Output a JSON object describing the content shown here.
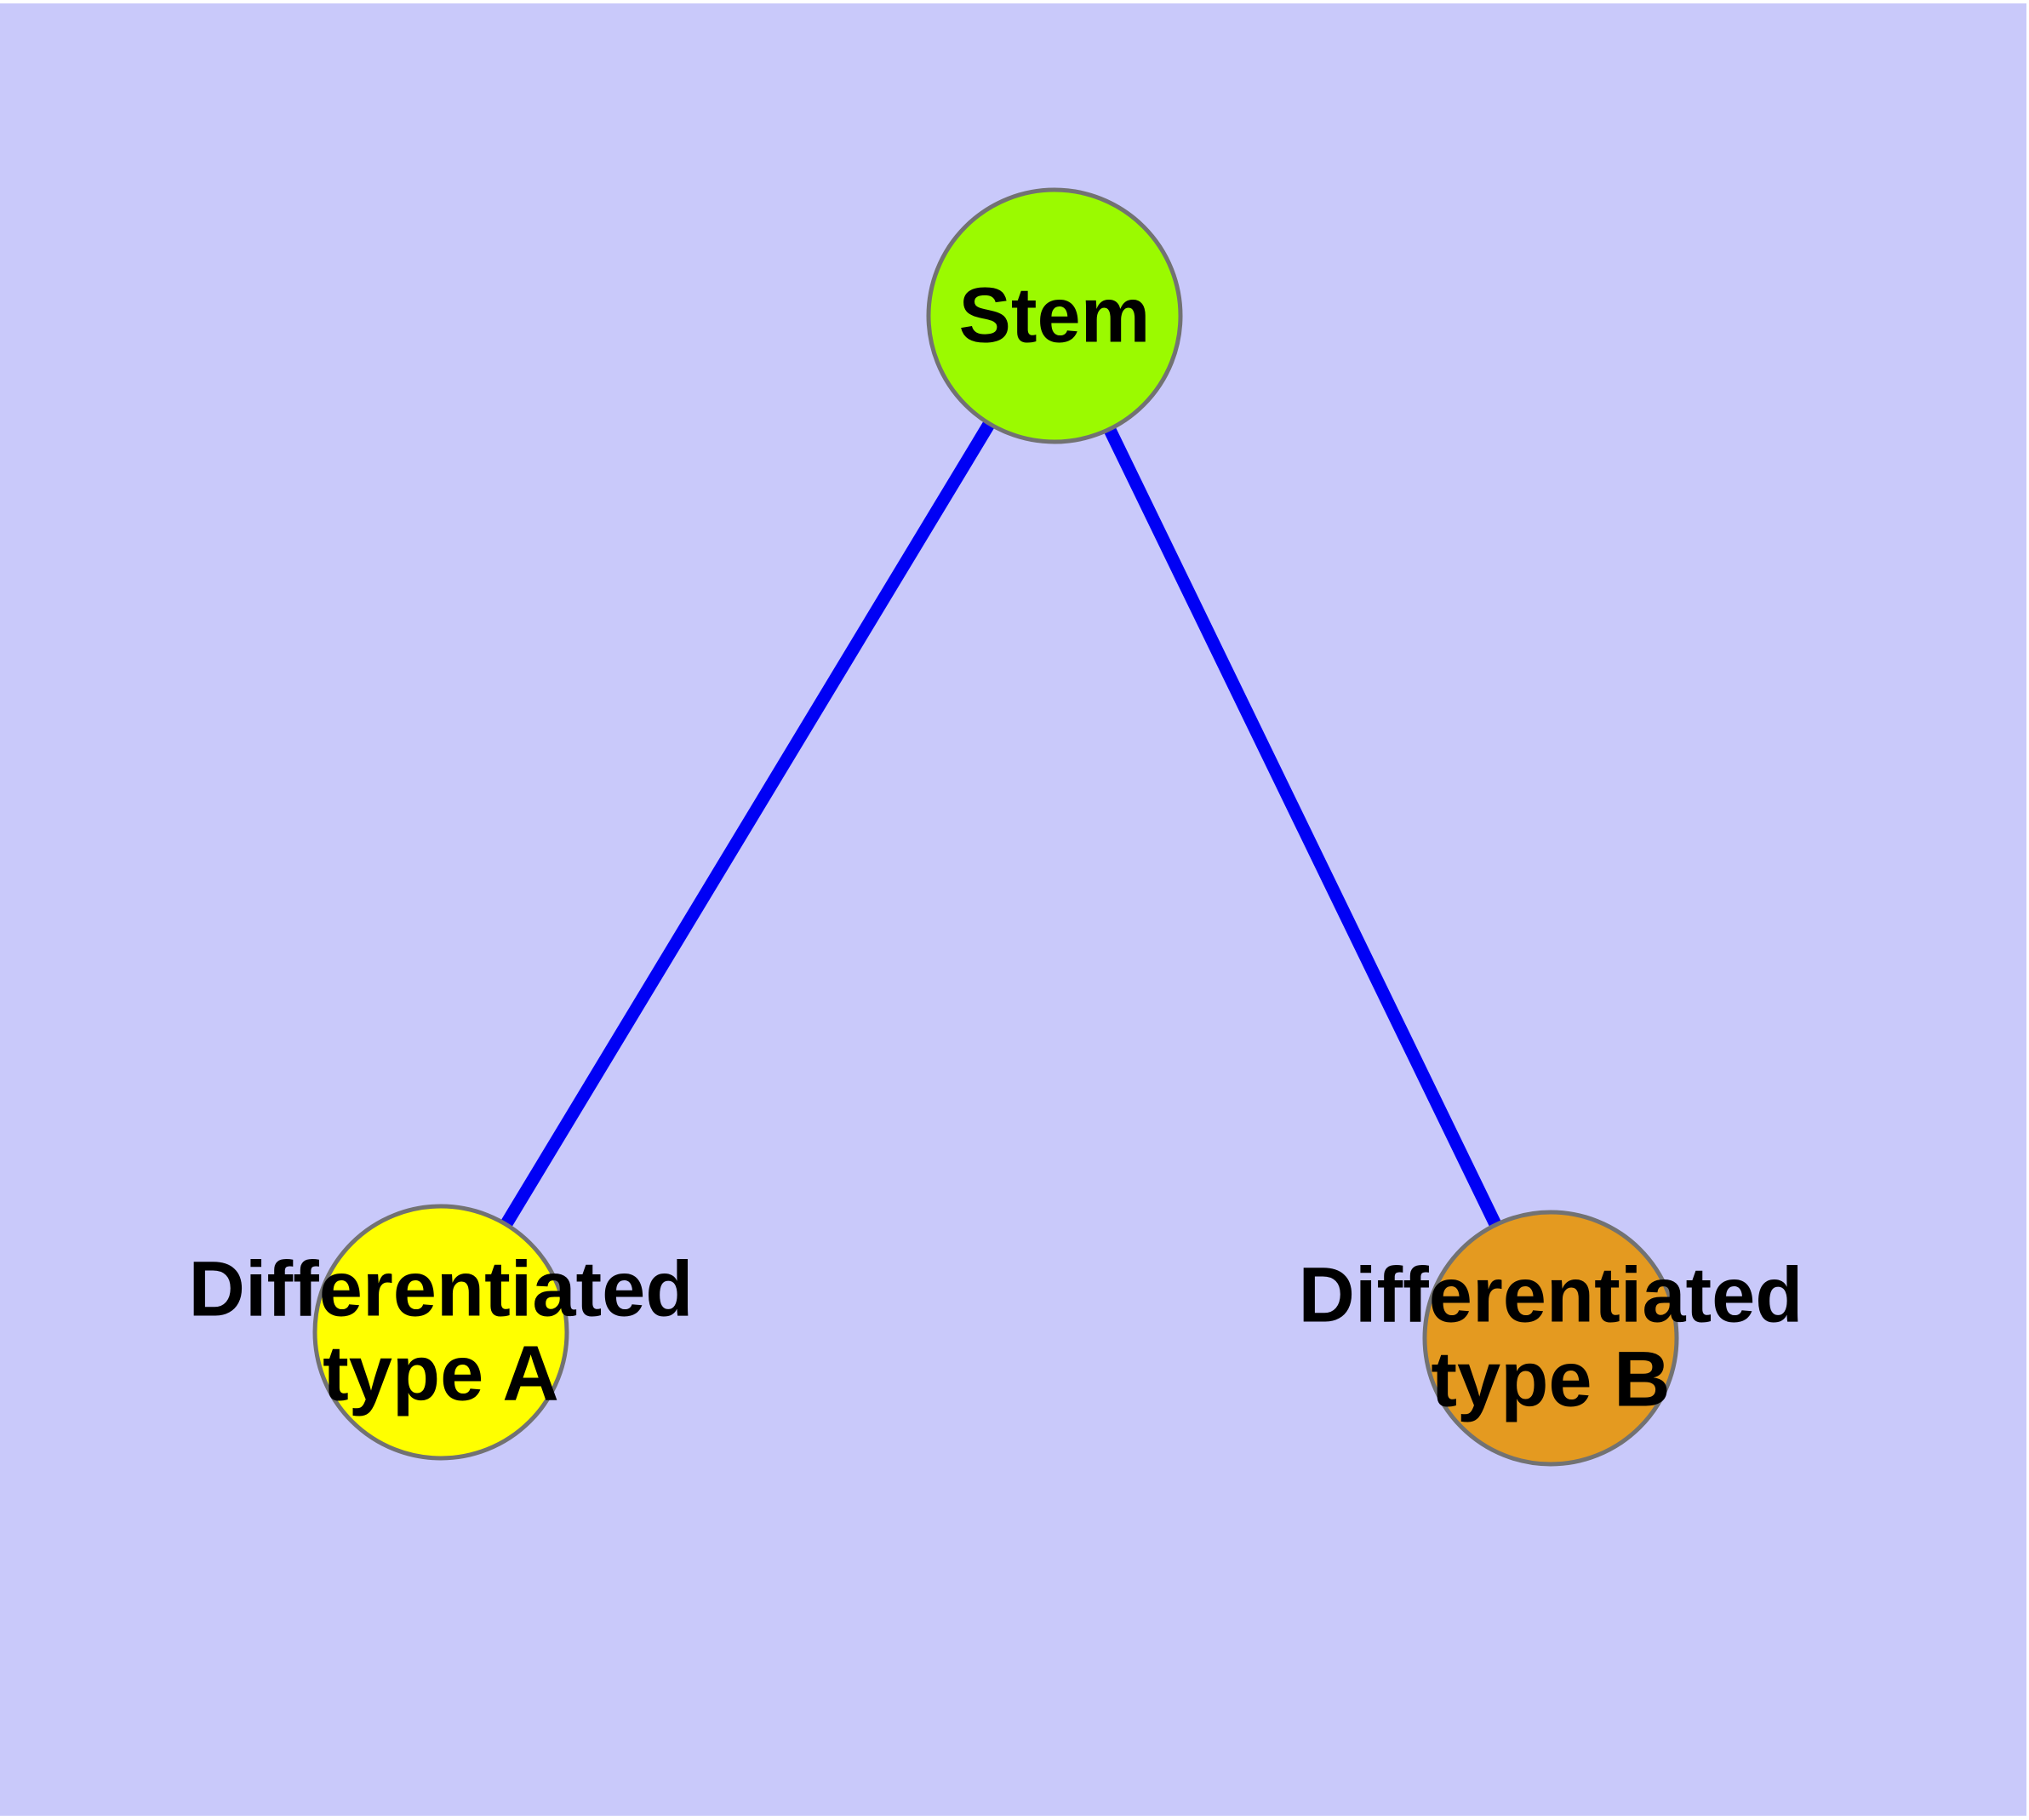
{
  "diagram": {
    "background_color": "#C9C9FA",
    "edge_color": "#0000F5",
    "node_border_color": "#727272",
    "label_color": "#000000",
    "nodes": [
      {
        "id": "stem",
        "label": "Stem",
        "color": "#9BFA00"
      },
      {
        "id": "type-a",
        "label": "Differentiated\ntype A",
        "color": "#FFFF00"
      },
      {
        "id": "type-b",
        "label": "Differentiated\ntype B",
        "color": "#E49A20"
      }
    ],
    "edges": [
      {
        "from": "Stem",
        "to": "Differentiated type A"
      },
      {
        "from": "Stem",
        "to": "Differentiated type B"
      }
    ]
  }
}
